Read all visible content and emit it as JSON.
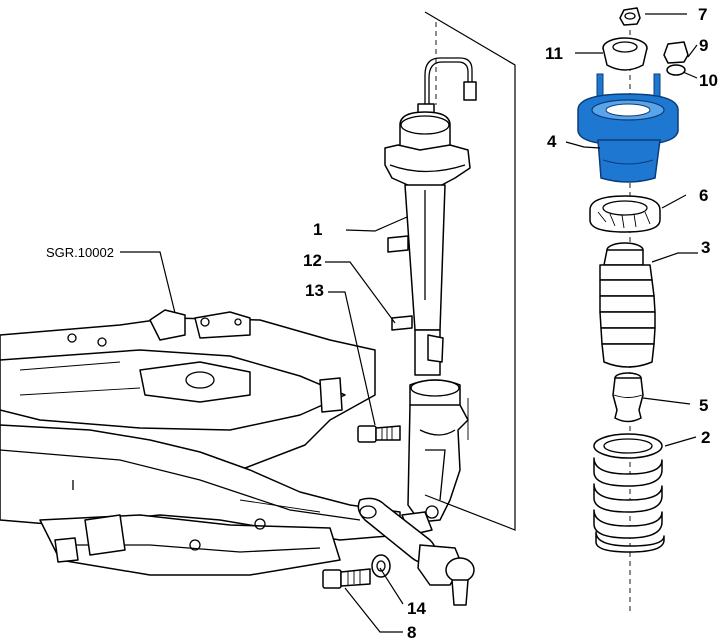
{
  "diagram": {
    "reference_code": "SGR.10002",
    "highlight_color": "#1e78d2",
    "callouts": [
      {
        "id": "1",
        "label": "1"
      },
      {
        "id": "2",
        "label": "2"
      },
      {
        "id": "3",
        "label": "3"
      },
      {
        "id": "4",
        "label": "4",
        "highlighted": true
      },
      {
        "id": "5",
        "label": "5"
      },
      {
        "id": "6",
        "label": "6"
      },
      {
        "id": "7",
        "label": "7"
      },
      {
        "id": "8",
        "label": "8"
      },
      {
        "id": "9",
        "label": "9"
      },
      {
        "id": "10",
        "label": "10"
      },
      {
        "id": "11",
        "label": "11"
      },
      {
        "id": "12",
        "label": "12"
      },
      {
        "id": "13",
        "label": "13"
      },
      {
        "id": "14",
        "label": "14"
      }
    ]
  }
}
